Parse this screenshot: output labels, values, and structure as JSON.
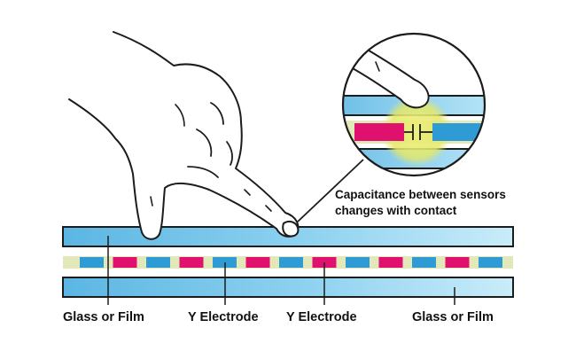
{
  "callout": {
    "line1": "Capacitance between sensors",
    "line2": "changes with contact"
  },
  "labels": [
    {
      "id": "glass-left",
      "text": "Glass or Film"
    },
    {
      "id": "y-electrode-1",
      "text": "Y Electrode"
    },
    {
      "id": "y-electrode-2",
      "text": "Y Electrode"
    },
    {
      "id": "glass-right",
      "text": "Glass or Film"
    }
  ],
  "colors": {
    "glass_fill": "#7cc8ea",
    "glass_edge": "#1c1c1c",
    "electrode_blue": "#2e9bd4",
    "electrode_magenta": "#e0106e",
    "spacer": "#e3e8b8",
    "contact_glow": "#e4e86a"
  },
  "icons": [
    "hand-icon",
    "capacitor-symbol-icon",
    "magnifier-circle-icon"
  ]
}
